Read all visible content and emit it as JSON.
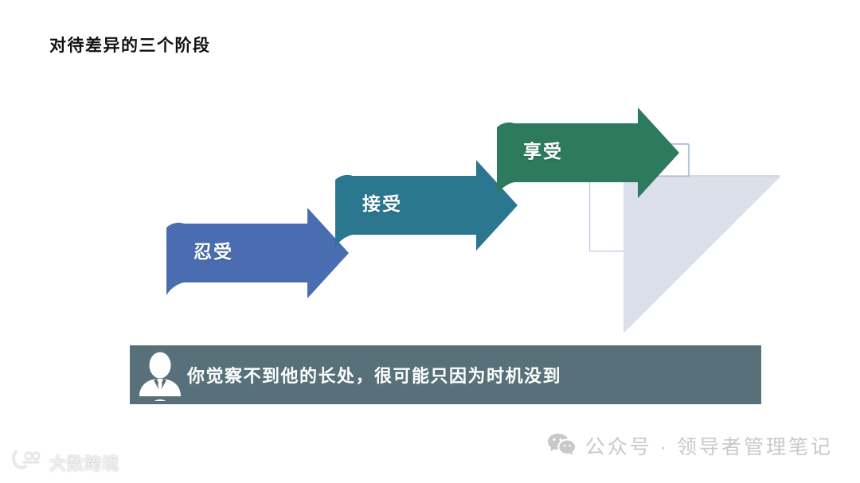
{
  "slide": {
    "title": "对待差异的三个阶段",
    "background_color": "#ffffff"
  },
  "process": {
    "stages": [
      {
        "label": "忍受",
        "color": "#4a6cb0",
        "order": "1"
      },
      {
        "label": "接受",
        "color": "#2b7790",
        "order": "2"
      },
      {
        "label": "享受",
        "color": "#2d7a5f",
        "order": "3"
      }
    ]
  },
  "banner": {
    "text": "你觉察不到他的长处，很可能只因为时机没到",
    "background_color": "#577079",
    "icon": "person-businessman-icon"
  },
  "watermark": {
    "wechat_text": "公众号 · 领导者管理笔记",
    "wechat_icon": "wechat-icon",
    "wechat_color": "#c9c9c9"
  },
  "brand": {
    "logo_text": "大数跨境",
    "logo_icon": "dashukuajing-logo-icon"
  },
  "decor": {
    "triangle_color": "#dbe0ea",
    "outline_color": "#b9c6dd"
  }
}
